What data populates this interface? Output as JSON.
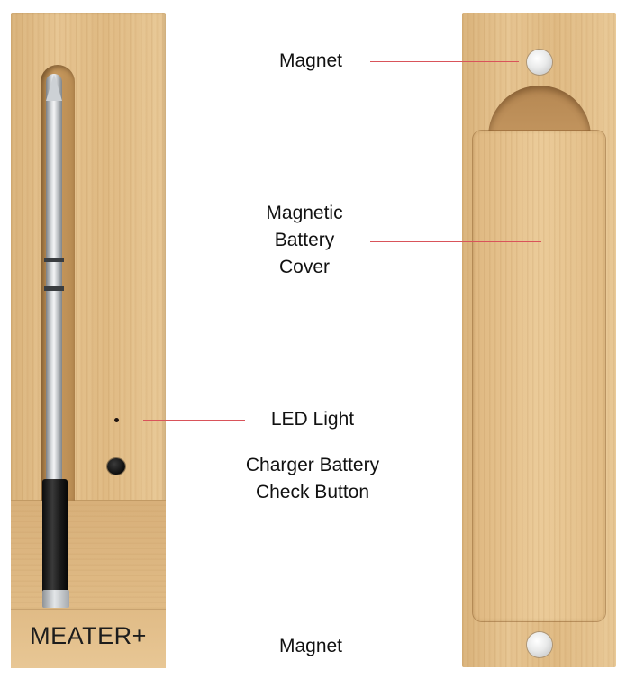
{
  "product": {
    "brand": "MEATER+"
  },
  "labels": {
    "magnet_top": "Magnet",
    "battery_cover_line1": "Magnetic",
    "battery_cover_line2": "Battery",
    "battery_cover_line3": "Cover",
    "led_light": "LED Light",
    "charger_line1": "Charger Battery",
    "charger_line2": "Check Button",
    "magnet_bottom": "Magnet"
  },
  "colors": {
    "leader_line": "#d9535a",
    "bamboo": "#e3c08c",
    "probe_handle": "#111111",
    "label_text": "#111111"
  }
}
